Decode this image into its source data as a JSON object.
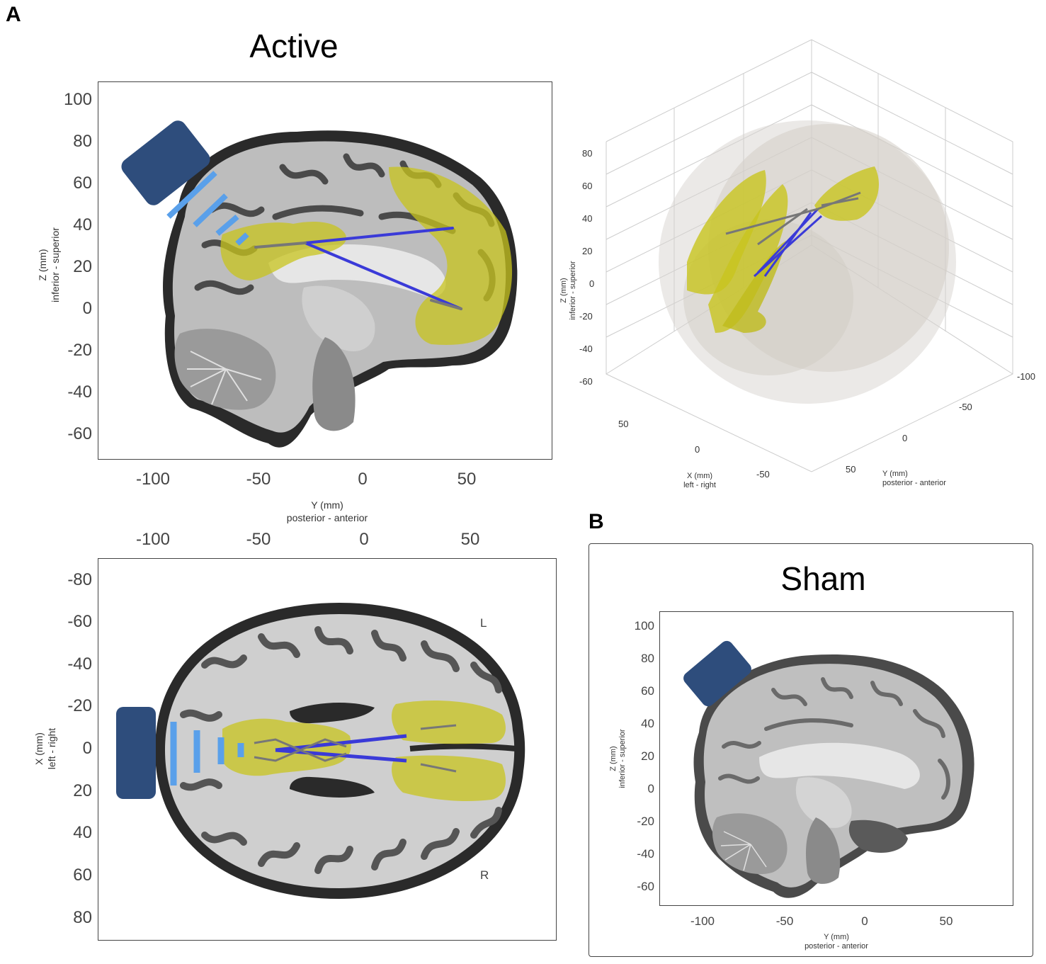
{
  "panels": {
    "a": {
      "letter": "A"
    },
    "b": {
      "letter": "B"
    }
  },
  "sagittal_active": {
    "title": "Active",
    "z_ticks": [
      "100",
      "80",
      "60",
      "40",
      "20",
      "0",
      "-20",
      "-40",
      "-60"
    ],
    "y_ticks": [
      "-100",
      "-50",
      "0",
      "50"
    ],
    "xlabel_line1": "Y (mm)",
    "xlabel_line2": "posterior - anterior",
    "ylabel_line1": "Z (mm)",
    "ylabel_line2": "inferior - superior"
  },
  "axial_active": {
    "y_ticks": [
      "-100",
      "-50",
      "0",
      "50"
    ],
    "x_ticks": [
      "-80",
      "-60",
      "-40",
      "-20",
      "0",
      "20",
      "40",
      "60",
      "80"
    ],
    "ylabel_line1": "X (mm)",
    "ylabel_line2": "left - right",
    "left_marker": "L",
    "right_marker": "R"
  },
  "view3d": {
    "z_ticks": [
      "80",
      "60",
      "40",
      "20",
      "0",
      "-20",
      "-40",
      "-60"
    ],
    "x_ticks": [
      "50",
      "0",
      "-50"
    ],
    "y_ticks": [
      "-100",
      "-50",
      "0",
      "50"
    ],
    "xlabel_line1": "X (mm)",
    "xlabel_line2": "left - right",
    "ylabel_line1": "Y (mm)",
    "ylabel_line2": "posterior - anterior",
    "zlabel_line1": "Z (mm)",
    "zlabel_line2": "inferior - superior"
  },
  "sagittal_sham": {
    "title": "Sham",
    "z_ticks": [
      "100",
      "80",
      "60",
      "40",
      "20",
      "0",
      "-20",
      "-40",
      "-60"
    ],
    "y_ticks": [
      "-100",
      "-50",
      "0",
      "50"
    ],
    "xlabel_line1": "Y (mm)",
    "xlabel_line2": "posterior - anterior",
    "ylabel_line1": "Z (mm)",
    "ylabel_line2": "inferior - superior"
  },
  "colors": {
    "electrode": "#2e4d7c",
    "current_bars": "#5aa0ea",
    "roi": "#c8c41e",
    "tract_active": "#3a3ad8",
    "tract_gray": "#777777",
    "brain_dark": "#2a2a2a",
    "brain_gray": "#9a9a9a",
    "brain_light": "#d4d4d4"
  }
}
